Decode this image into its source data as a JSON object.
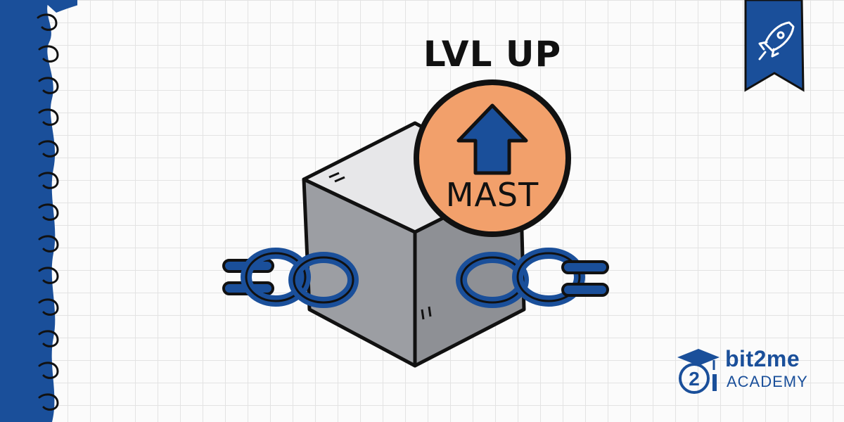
{
  "title": "LVL UP",
  "badge": {
    "label": "MAST"
  },
  "brand": {
    "name": "bit2me",
    "subtitle": "ACADEMY",
    "logo_digit": "2"
  },
  "colors": {
    "brand_blue": "#1a4f9a",
    "badge_orange": "#f2a06b",
    "cube_gray": "#9c9ea3",
    "cube_top": "#e7e7e9",
    "grid_line": "#e3e3e3"
  },
  "icons": {
    "corner_badge": "rocket-icon",
    "badge_symbol": "up-arrow-icon",
    "logo": "graduation-cap-icon"
  }
}
